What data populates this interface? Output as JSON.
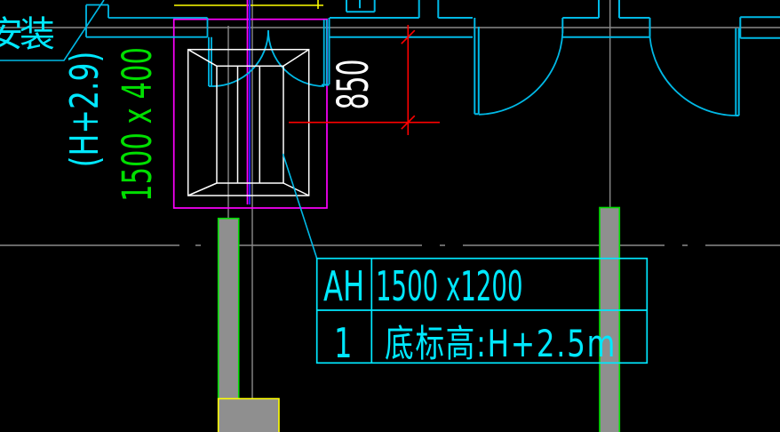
{
  "annotations": {
    "install_label": "安装",
    "height_label": "(H+2.9)",
    "duct_size_label": "1500 x 400",
    "dim_850": "850"
  },
  "equipment_table": {
    "tag": "AH",
    "size": "1500 x1200",
    "count": "1",
    "elevation_note": "底标高:H+2.5m"
  },
  "colors": {
    "background": "#000000",
    "wall_cyan": "#00b9e6",
    "text_cyan": "#00e8ff",
    "annotation_green": "#00df00",
    "detail_magenta": "#ff00ff",
    "aux_yellow": "#ffff00",
    "dimension_red": "#ff0000",
    "centerline_blue": "#2222ff",
    "grid_gray": "#8a8a8a",
    "column_fill": "#8f8f8f",
    "diffuser_white": "#ffffff"
  }
}
